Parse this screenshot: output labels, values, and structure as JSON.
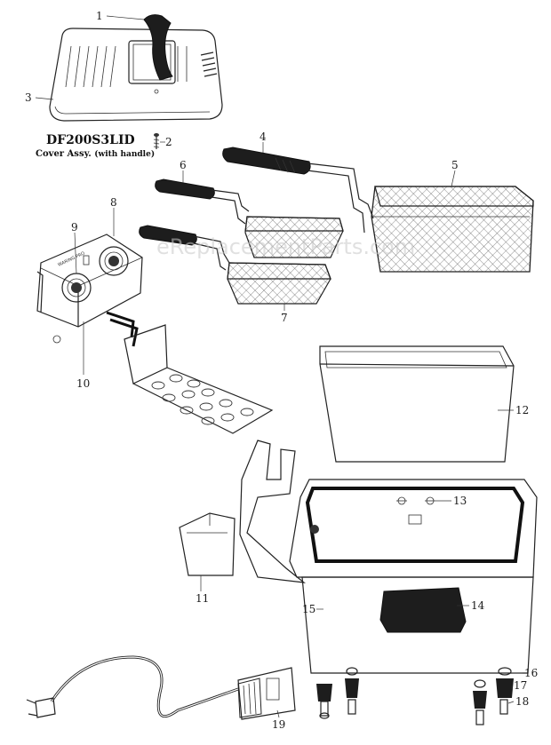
{
  "lid": {
    "model": "DF200S3LID",
    "caption": "Cover Assy.",
    "caption_note": "(with handle)"
  },
  "watermark": "eReplacementParts.com",
  "control_panel_brand": "WARING PRO",
  "callouts": [
    "1",
    "2",
    "3",
    "4",
    "5",
    "6",
    "7",
    "8",
    "9",
    "10",
    "11",
    "12",
    "13",
    "14",
    "15",
    "16",
    "17",
    "18",
    "19"
  ]
}
